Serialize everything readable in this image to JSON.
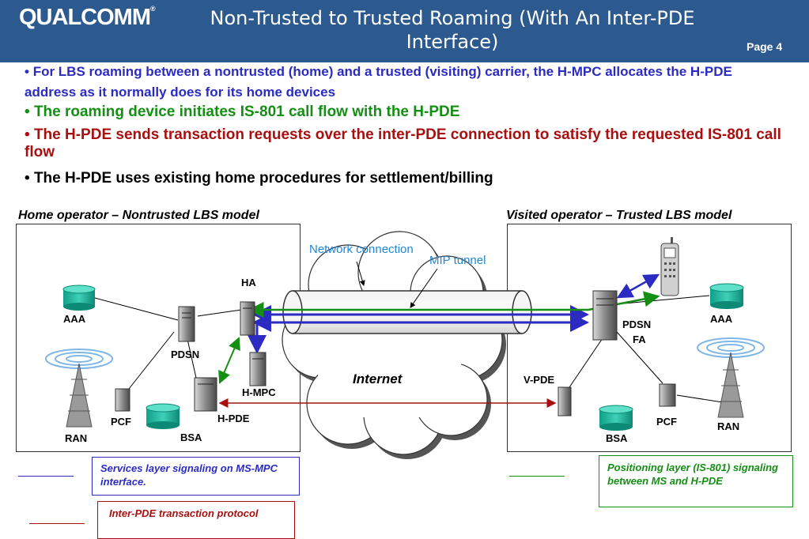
{
  "header": {
    "logo": "QUALCOMM",
    "logo_mark": "®",
    "title": "Non-Trusted to Trusted Roaming (With An Inter-PDE Interface)",
    "page": "Page 4"
  },
  "bullets": [
    "For LBS roaming between a nontrusted (home) and a trusted (visiting) carrier, the H-MPC allocates the H-PDE address as it normally does for its home devices",
    "The roaming device initiates IS-801 call flow with the H-PDE",
    "The H-PDE sends transaction requests over the inter-PDE connection to satisfy the requested IS-801 call flow",
    "The H-PDE uses existing home procedures for settlement/billing"
  ],
  "sections": {
    "home": "Home operator – Nontrusted LBS model",
    "visited": "Visited operator – Trusted LBS model"
  },
  "diagram": {
    "home_nodes": {
      "aaa": "AAA",
      "pdsn": "PDSN",
      "ha": "HA",
      "hmpc": "H-MPC",
      "hpde": "H-PDE",
      "pcf": "PCF",
      "bsa": "BSA",
      "ran": "RAN"
    },
    "visited_nodes": {
      "pdsn": "PDSN",
      "fa": "FA",
      "aaa": "AAA",
      "vpde": "V-PDE",
      "pcf": "PCF",
      "bsa": "BSA",
      "ran": "RAN"
    },
    "cloud_label": "Internet",
    "network_connection": "Network connection",
    "mip_tunnel": "MIP tunnel"
  },
  "legend": {
    "services": "Services layer signaling on MS-MPC interface.",
    "inter_pde": "Inter-PDE transaction protocol",
    "positioning": "Positioning layer (IS-801) signaling between MS and H-PDE"
  },
  "colors": {
    "header": "#2d5a8e",
    "services": "#2b2bc2",
    "positioning": "#148f14",
    "inter_pde": "#a81010",
    "annotation": "#1f86d6"
  }
}
